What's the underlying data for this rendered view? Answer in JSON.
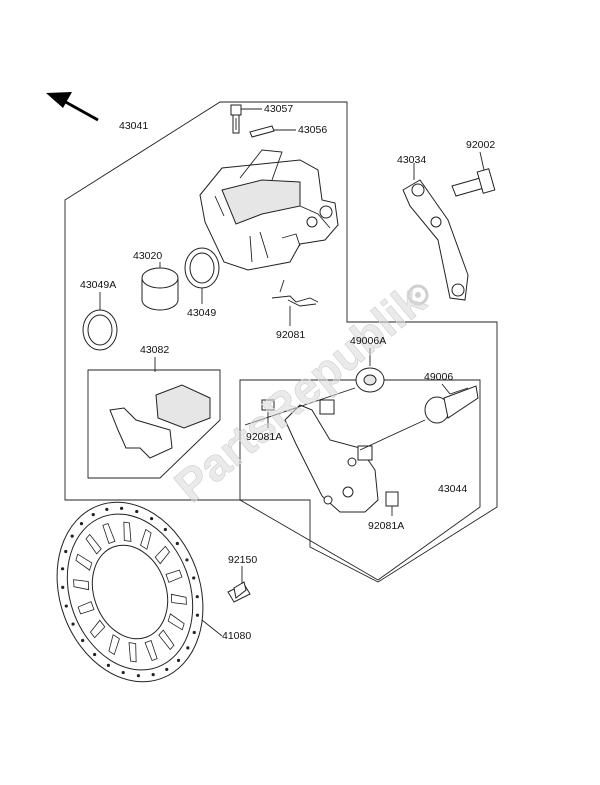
{
  "watermark": {
    "text": "PartsRepublik"
  },
  "parts": [
    {
      "id": "p43041",
      "label": "43041"
    },
    {
      "id": "p43057",
      "label": "43057"
    },
    {
      "id": "p43056",
      "label": "43056"
    },
    {
      "id": "p43034",
      "label": "43034"
    },
    {
      "id": "p92002",
      "label": "92002"
    },
    {
      "id": "p43020",
      "label": "43020"
    },
    {
      "id": "p43049A",
      "label": "43049A"
    },
    {
      "id": "p43049",
      "label": "43049"
    },
    {
      "id": "p92081",
      "label": "92081"
    },
    {
      "id": "p43082",
      "label": "43082"
    },
    {
      "id": "p49006A",
      "label": "49006A"
    },
    {
      "id": "p49006",
      "label": "49006"
    },
    {
      "id": "p92081A_1",
      "label": "92081A"
    },
    {
      "id": "p43044",
      "label": "43044"
    },
    {
      "id": "p92081A_2",
      "label": "92081A"
    },
    {
      "id": "p92150",
      "label": "92150"
    },
    {
      "id": "p41080",
      "label": "41080"
    }
  ]
}
